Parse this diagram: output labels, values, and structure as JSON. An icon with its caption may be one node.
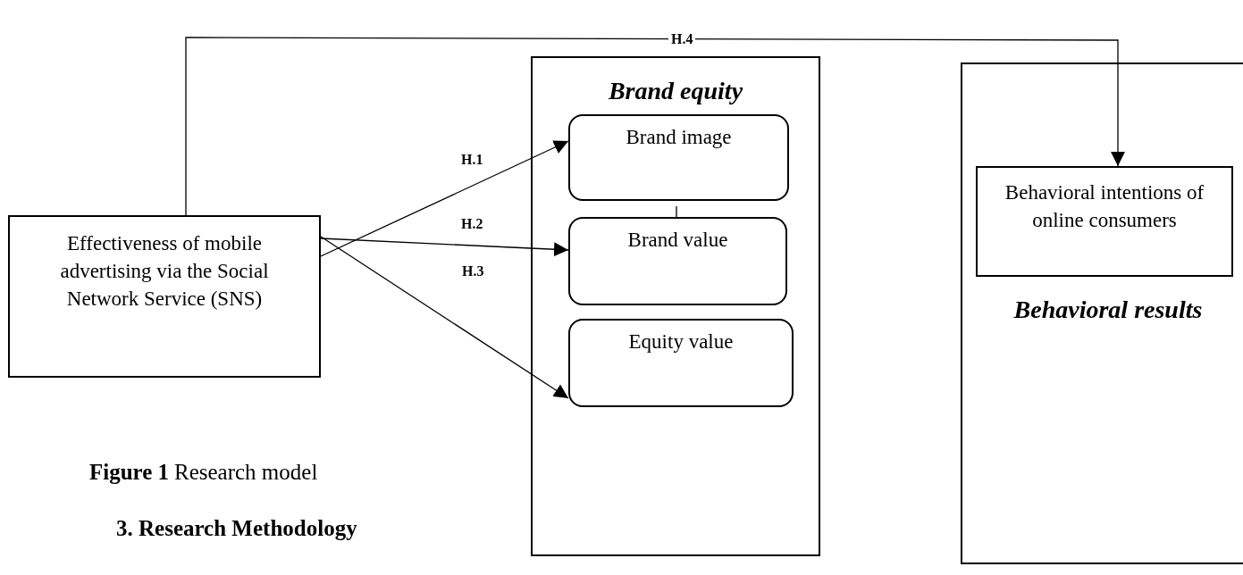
{
  "diagram": {
    "nodes": [
      {
        "text": [
          "Effectiveness of mobile advertising via the Social Network Service (SNS)"
        ]
      },
      {
        "text": [
          "Brand equity"
        ]
      },
      {
        "text": [
          "Brand image"
        ],
        "in": 1
      },
      {
        "text": [
          "Brand value"
        ],
        "in": 1
      },
      {
        "text": [
          "Equity value"
        ],
        "in": 1
      },
      {
        "text": [
          "Behavioral results"
        ]
      },
      {
        "text": [
          "Behavioral intentions of online consumers"
        ],
        "in": 5
      }
    ],
    "edges": [
      {
        "from": 0,
        "to": 2,
        "arrow": "to",
        "label": "H.1"
      },
      {
        "from": 0,
        "to": 3,
        "arrow": "to",
        "label": "H.2"
      },
      {
        "from": 0,
        "to": 4,
        "arrow": "to",
        "label": "H.3"
      },
      {
        "from": 0,
        "to": 6,
        "arrow": "to",
        "label": "H.4"
      },
      {
        "from": 2,
        "to": 3,
        "arrow": "none"
      }
    ],
    "labels": [
      "Figure 1",
      "Research model",
      "3. Research Methodology"
    ]
  }
}
